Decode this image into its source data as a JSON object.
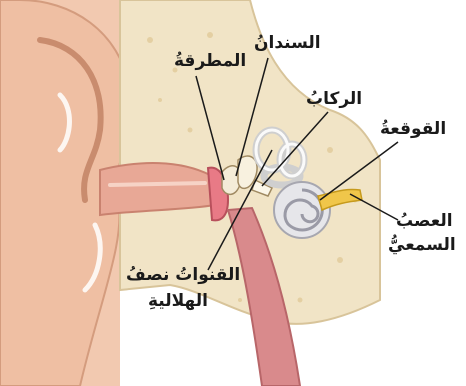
{
  "labels": {
    "incus": "السندانُ",
    "malleus": "المطرقةُ",
    "stapes": "الركابُ",
    "cochlea": "القوقعةُ",
    "nerve_line1": "العصبُ",
    "nerve_line2": "السمعيُّ",
    "canals_line1": "القنواتُ نصفُ",
    "canals_line2": "الهلاليةِ"
  }
}
